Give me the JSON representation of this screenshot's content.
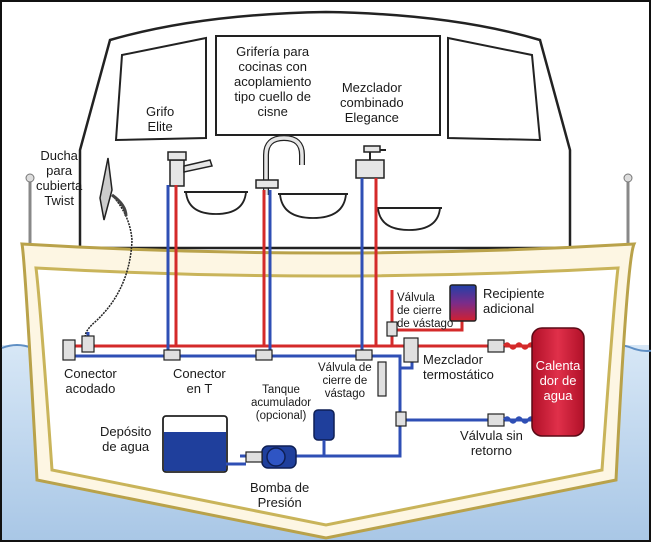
{
  "labels": {
    "grifo_elite": "Grifo\nElite",
    "griferia": "Grifería para\ncocinas con\nacoplamiento\ntipo cuello de\ncisne",
    "mezclador_combinado": "Mezclador\ncombinado\nElegance",
    "ducha": "Ducha\npara\ncubierta\nTwist",
    "valvula_cierre_1": "Válvula\nde cierre\nde vástago",
    "recipiente": "Recipiente\nadicional",
    "calentador": "Calenta\ndor de\nagua",
    "mezclador_termostatico": "Mezclador\ntermostático",
    "conector_acodado": "Conector\nacodado",
    "conector_t": "Conector\nen T",
    "valvula_cierre_2": "Válvula de\ncierre de\nvástago",
    "tanque": "Tanque\nacumulador\n(opcional)",
    "deposito": "Depósito\nde agua",
    "valvula_retorno": "Válvula sin\nretorno",
    "bomba": "Bomba de\nPresión"
  },
  "colors": {
    "hull_fill": "#fdf6e3",
    "hull_stroke": "#b9a24a",
    "cabin_fill": "#ffffff",
    "cold_pipe": "#2f4fb5",
    "hot_pipe": "#d42a2a",
    "water": "#a8c8e8",
    "tank_blue": "#1f3f9c",
    "heater_red": "#d11f3a"
  }
}
